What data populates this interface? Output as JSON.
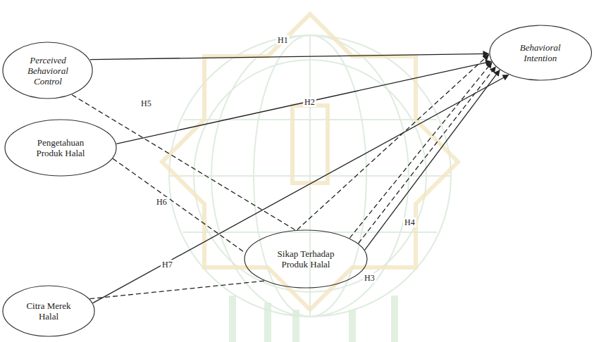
{
  "diagram": {
    "nodes": [
      {
        "text": [
          "Perceived Behavioral Control"
        ]
      },
      {
        "text": [
          "Behavioral Intention"
        ]
      },
      {
        "text": [
          "Pengetahuan Produk Halal"
        ]
      },
      {
        "text": [
          "Sikap Terhadap Produk Halal"
        ]
      },
      {
        "text": [
          "Citra Merek Halal"
        ]
      }
    ],
    "edges": [
      {
        "from": 0,
        "to": 1,
        "label": "H1",
        "arrow": "to"
      },
      {
        "from": 2,
        "to": 1,
        "label": "H2",
        "arrow": "to"
      },
      {
        "from": 4,
        "to": 1,
        "label": "H3",
        "arrow": "to"
      },
      {
        "from": 3,
        "to": 1,
        "label": "H4",
        "arrow": "to"
      },
      {
        "from": 0,
        "to": 3,
        "label": "H5",
        "arrow": "none"
      },
      {
        "from": 2,
        "to": 3,
        "label": "H6",
        "arrow": "none"
      },
      {
        "from": 4,
        "to": 3,
        "label": "H7",
        "arrow": "none"
      },
      {
        "from": 3,
        "to": 1,
        "arrow": "to"
      },
      {
        "from": 3,
        "to": 1,
        "arrow": "to"
      },
      {
        "from": 3,
        "to": 1,
        "arrow": "to"
      }
    ]
  }
}
